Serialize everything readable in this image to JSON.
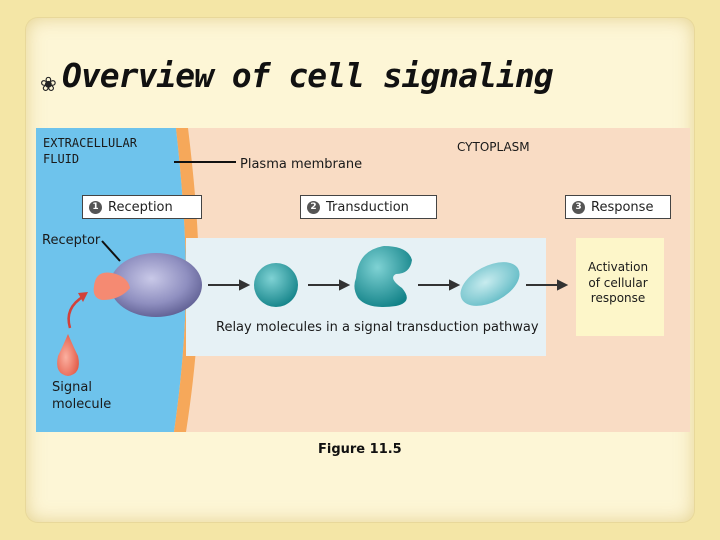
{
  "slide": {
    "title": "Overview of cell signaling",
    "caption": "Figure 11.5"
  },
  "diagram": {
    "regions": {
      "extracellular": "EXTRACELLULAR\nFLUID",
      "cytoplasm": "CYTOPLASM",
      "membrane": "Plasma membrane"
    },
    "steps": [
      {
        "number": "1",
        "label": "Reception"
      },
      {
        "number": "2",
        "label": "Transduction"
      },
      {
        "number": "3",
        "label": "Response"
      }
    ],
    "labels": {
      "receptor": "Receptor",
      "signal_molecule": "Signal\nmolecule",
      "relay": "Relay molecules in a signal transduction pathway",
      "activation": "Activation\nof cellular\nresponse"
    },
    "colors": {
      "extracellular_fluid": "#6ec3ec",
      "membrane": "#f6a85a",
      "cytoplasm": "#f9dcc4",
      "relay_box": "#e6f1f5",
      "response_box": "#fdf6c9",
      "receptor": "#8888b8",
      "signal": "#f07a6a",
      "relay_molecule": "#2aa0a6"
    }
  }
}
